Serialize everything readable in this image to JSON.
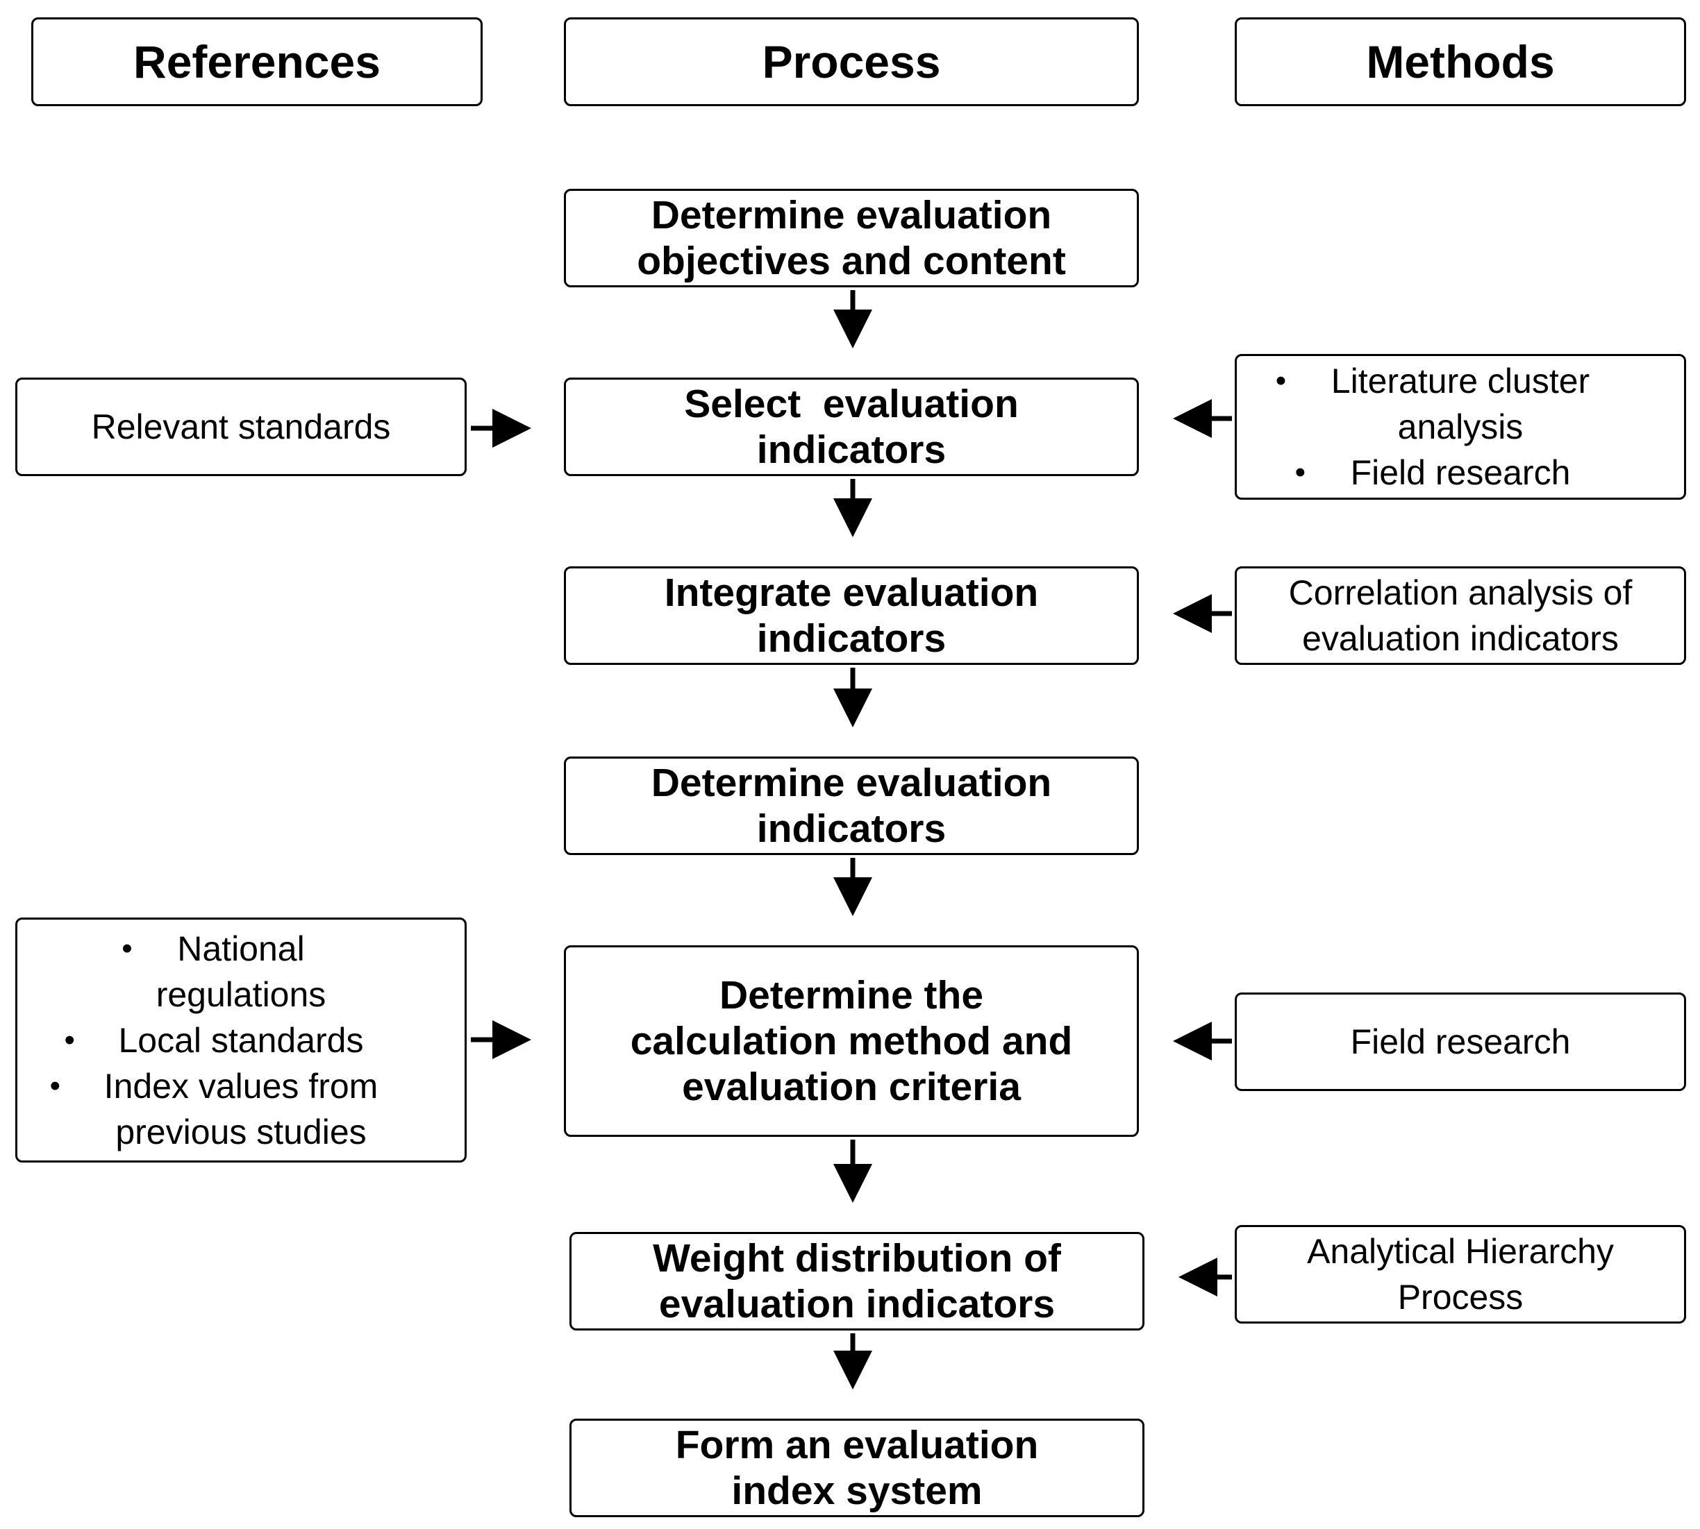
{
  "headers": {
    "references": "References",
    "process": "Process",
    "methods": "Methods"
  },
  "process_steps": [
    [
      "Determine evaluation",
      "objectives and content"
    ],
    [
      "Select  evaluation",
      "indicators"
    ],
    [
      "Integrate evaluation",
      "indicators"
    ],
    [
      "Determine evaluation",
      "indicators"
    ],
    [
      "Determine the",
      "calculation method and",
      "evaluation criteria"
    ],
    [
      "Weight distribution of",
      "evaluation indicators"
    ],
    [
      "Form an evaluation",
      "index system"
    ]
  ],
  "references": {
    "select": "Relevant standards",
    "calc": {
      "national": [
        "National",
        "regulations"
      ],
      "local": "Local standards",
      "index": [
        "Index values from",
        "previous studies"
      ]
    }
  },
  "methods": {
    "select": {
      "literature": [
        "Literature cluster",
        "analysis"
      ],
      "field": "Field research"
    },
    "integrate": [
      "Correlation analysis of",
      "evaluation indicators"
    ],
    "calc": "Field research",
    "weight": [
      "Analytical Hierarchy",
      "Process"
    ]
  },
  "bullet_symbol": "•"
}
